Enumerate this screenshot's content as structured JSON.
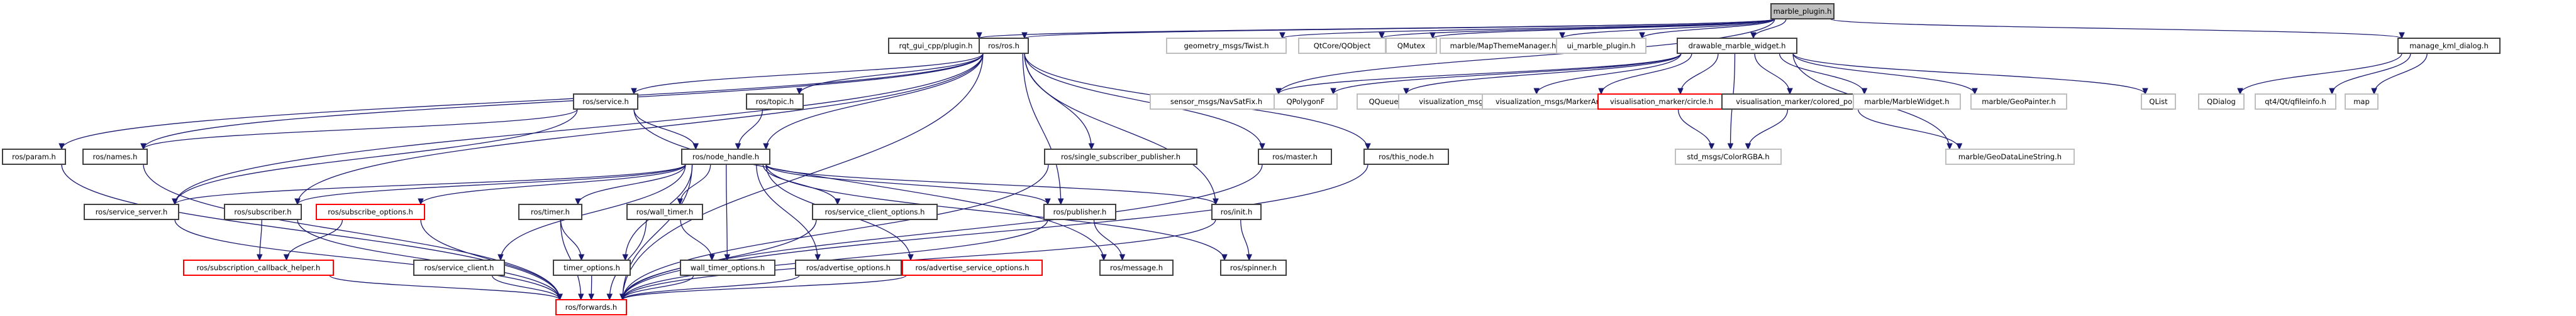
{
  "title": "marble_plugin.h include dependency graph",
  "colors": {
    "edge": "#191970",
    "documented_border": "#404040",
    "external_border": "#bfbfbf",
    "missing_border": "#ff0000",
    "focus_fill": "#bfbfbf"
  },
  "nodes": [
    {
      "id": "marble_plugin",
      "label": "marble_plugin.h",
      "kind": "focus"
    },
    {
      "id": "rqt_plugin",
      "label": "rqt_gui_cpp/plugin.h",
      "kind": "doc"
    },
    {
      "id": "ros_ros",
      "label": "ros/ros.h",
      "kind": "doc"
    },
    {
      "id": "twist",
      "label": "geometry_msgs/Twist.h",
      "kind": "ext"
    },
    {
      "id": "qobject",
      "label": "QtCore/QObject",
      "kind": "ext"
    },
    {
      "id": "qmutex",
      "label": "QMutex",
      "kind": "ext"
    },
    {
      "id": "mapthememan",
      "label": "marble/MapThemeManager.h",
      "kind": "ext"
    },
    {
      "id": "ui_marble",
      "label": "ui_marble_plugin.h",
      "kind": "ext"
    },
    {
      "id": "drawable",
      "label": "drawable_marble_widget.h",
      "kind": "doc"
    },
    {
      "id": "manage_kml",
      "label": "manage_kml_dialog.h",
      "kind": "doc"
    },
    {
      "id": "navsatfix",
      "label": "sensor_msgs/NavSatFix.h",
      "kind": "ext"
    },
    {
      "id": "qpolygonf",
      "label": "QPolygonF",
      "kind": "ext"
    },
    {
      "id": "qqueue",
      "label": "QQueue",
      "kind": "ext"
    },
    {
      "id": "marker",
      "label": "visualization_msgs/Marker.h",
      "kind": "ext"
    },
    {
      "id": "markerarray",
      "label": "visualization_msgs/MarkerArray.h",
      "kind": "ext"
    },
    {
      "id": "circle",
      "label": "visualisation_marker/circle.h",
      "kind": "missing"
    },
    {
      "id": "colored_polygon",
      "label": "visualisation_marker/colored_polygon.h",
      "kind": "doc"
    },
    {
      "id": "marblewidget",
      "label": "marble/MarbleWidget.h",
      "kind": "ext"
    },
    {
      "id": "geopainter",
      "label": "marble/GeoPainter.h",
      "kind": "ext"
    },
    {
      "id": "qlist",
      "label": "QList",
      "kind": "ext"
    },
    {
      "id": "qdialog",
      "label": "QDialog",
      "kind": "ext"
    },
    {
      "id": "qfileinfo",
      "label": "qt4/Qt/qfileinfo.h",
      "kind": "ext"
    },
    {
      "id": "map",
      "label": "map",
      "kind": "ext"
    },
    {
      "id": "colorrgba",
      "label": "std_msgs/ColorRGBA.h",
      "kind": "ext"
    },
    {
      "id": "geodatalinestring",
      "label": "marble/GeoDataLineString.h",
      "kind": "ext"
    },
    {
      "id": "ros_param",
      "label": "ros/param.h",
      "kind": "doc"
    },
    {
      "id": "ros_names",
      "label": "ros/names.h",
      "kind": "doc"
    },
    {
      "id": "ros_service",
      "label": "ros/service.h",
      "kind": "doc"
    },
    {
      "id": "ros_topic",
      "label": "ros/topic.h",
      "kind": "doc"
    },
    {
      "id": "ros_ssp",
      "label": "ros/single_subscriber_publisher.h",
      "kind": "doc"
    },
    {
      "id": "ros_master",
      "label": "ros/master.h",
      "kind": "doc"
    },
    {
      "id": "ros_this_node",
      "label": "ros/this_node.h",
      "kind": "doc"
    },
    {
      "id": "ros_node_handle",
      "label": "ros/node_handle.h",
      "kind": "doc"
    },
    {
      "id": "ros_service_server",
      "label": "ros/service_server.h",
      "kind": "doc"
    },
    {
      "id": "ros_subscriber",
      "label": "ros/subscriber.h",
      "kind": "doc"
    },
    {
      "id": "ros_subscribe_options",
      "label": "ros/subscribe_options.h",
      "kind": "missing"
    },
    {
      "id": "ros_timer",
      "label": "ros/timer.h",
      "kind": "doc"
    },
    {
      "id": "ros_wall_timer",
      "label": "ros/wall_timer.h",
      "kind": "doc"
    },
    {
      "id": "ros_service_client_options",
      "label": "ros/service_client_options.h",
      "kind": "doc"
    },
    {
      "id": "ros_publisher",
      "label": "ros/publisher.h",
      "kind": "doc"
    },
    {
      "id": "ros_init",
      "label": "ros/init.h",
      "kind": "doc"
    },
    {
      "id": "ros_sub_cb_helper",
      "label": "ros/subscription_callback_helper.h",
      "kind": "missing"
    },
    {
      "id": "ros_service_client",
      "label": "ros/service_client.h",
      "kind": "doc"
    },
    {
      "id": "timer_options",
      "label": "timer_options.h",
      "kind": "doc"
    },
    {
      "id": "wall_timer_options",
      "label": "wall_timer_options.h",
      "kind": "doc"
    },
    {
      "id": "ros_advertise_options",
      "label": "ros/advertise_options.h",
      "kind": "doc"
    },
    {
      "id": "ros_adv_service_options",
      "label": "ros/advertise_service_options.h",
      "kind": "missing"
    },
    {
      "id": "ros_message",
      "label": "ros/message.h",
      "kind": "doc"
    },
    {
      "id": "ros_spinner",
      "label": "ros/spinner.h",
      "kind": "doc"
    },
    {
      "id": "ros_forwards",
      "label": "ros/forwards.h",
      "kind": "missing"
    }
  ],
  "edges": [
    [
      "marble_plugin",
      "rqt_plugin"
    ],
    [
      "marble_plugin",
      "ros_ros"
    ],
    [
      "marble_plugin",
      "twist"
    ],
    [
      "marble_plugin",
      "qobject"
    ],
    [
      "marble_plugin",
      "qmutex"
    ],
    [
      "marble_plugin",
      "mapthememan"
    ],
    [
      "marble_plugin",
      "ui_marble"
    ],
    [
      "marble_plugin",
      "drawable"
    ],
    [
      "marble_plugin",
      "manage_kml"
    ],
    [
      "marble_plugin",
      "navsatfix"
    ],
    [
      "drawable",
      "navsatfix"
    ],
    [
      "drawable",
      "qpolygonf"
    ],
    [
      "drawable",
      "qqueue"
    ],
    [
      "drawable",
      "marker"
    ],
    [
      "drawable",
      "markerarray"
    ],
    [
      "drawable",
      "circle"
    ],
    [
      "drawable",
      "colorrgba"
    ],
    [
      "drawable",
      "colored_polygon"
    ],
    [
      "drawable",
      "marblewidget"
    ],
    [
      "drawable",
      "geopainter"
    ],
    [
      "drawable",
      "qlist"
    ],
    [
      "drawable",
      "geodatalinestring"
    ],
    [
      "circle",
      "colorrgba"
    ],
    [
      "colored_polygon",
      "colorrgba"
    ],
    [
      "colored_polygon",
      "geodatalinestring"
    ],
    [
      "manage_kml",
      "qdialog"
    ],
    [
      "manage_kml",
      "qfileinfo"
    ],
    [
      "manage_kml",
      "map"
    ],
    [
      "ros_ros",
      "ros_param"
    ],
    [
      "ros_ros",
      "ros_names"
    ],
    [
      "ros_ros",
      "ros_service"
    ],
    [
      "ros_ros",
      "ros_topic"
    ],
    [
      "ros_ros",
      "ros_node_handle"
    ],
    [
      "ros_ros",
      "ros_ssp"
    ],
    [
      "ros_ros",
      "ros_master"
    ],
    [
      "ros_ros",
      "ros_this_node"
    ],
    [
      "ros_ros",
      "ros_service_server"
    ],
    [
      "ros_ros",
      "ros_subscriber"
    ],
    [
      "ros_ros",
      "ros_publisher"
    ],
    [
      "ros_ros",
      "ros_init"
    ],
    [
      "ros_ros",
      "ros_forwards"
    ],
    [
      "ros_service",
      "ros_names"
    ],
    [
      "ros_service",
      "ros_node_handle"
    ],
    [
      "ros_service",
      "ros_service_server"
    ],
    [
      "ros_service",
      "ros_message"
    ],
    [
      "ros_topic",
      "ros_node_handle"
    ],
    [
      "ros_node_handle",
      "ros_service_server"
    ],
    [
      "ros_node_handle",
      "ros_subscriber"
    ],
    [
      "ros_node_handle",
      "ros_subscribe_options"
    ],
    [
      "ros_node_handle",
      "ros_timer"
    ],
    [
      "ros_node_handle",
      "ros_wall_timer"
    ],
    [
      "ros_node_handle",
      "ros_service_client_options"
    ],
    [
      "ros_node_handle",
      "ros_publisher"
    ],
    [
      "ros_node_handle",
      "ros_init"
    ],
    [
      "ros_node_handle",
      "ros_service_client"
    ],
    [
      "ros_node_handle",
      "timer_options"
    ],
    [
      "ros_node_handle",
      "wall_timer_options"
    ],
    [
      "ros_node_handle",
      "ros_advertise_options"
    ],
    [
      "ros_node_handle",
      "ros_adv_service_options"
    ],
    [
      "ros_node_handle",
      "ros_spinner"
    ],
    [
      "ros_node_handle",
      "ros_forwards"
    ],
    [
      "ros_subscriber",
      "ros_sub_cb_helper"
    ],
    [
      "ros_subscribe_options",
      "ros_sub_cb_helper"
    ],
    [
      "ros_timer",
      "timer_options"
    ],
    [
      "ros_wall_timer",
      "wall_timer_options"
    ],
    [
      "ros_publisher",
      "ros_message"
    ],
    [
      "ros_init",
      "ros_spinner"
    ],
    [
      "ros_param",
      "ros_forwards"
    ],
    [
      "ros_names",
      "ros_forwards"
    ],
    [
      "ros_service_server",
      "ros_forwards"
    ],
    [
      "ros_subscriber",
      "ros_forwards"
    ],
    [
      "ros_subscribe_options",
      "ros_forwards"
    ],
    [
      "ros_sub_cb_helper",
      "ros_forwards"
    ],
    [
      "ros_service_client",
      "ros_forwards"
    ],
    [
      "ros_timer",
      "ros_forwards"
    ],
    [
      "timer_options",
      "ros_forwards"
    ],
    [
      "ros_wall_timer",
      "ros_forwards"
    ],
    [
      "wall_timer_options",
      "ros_forwards"
    ],
    [
      "ros_advertise_options",
      "ros_forwards"
    ],
    [
      "ros_adv_service_options",
      "ros_forwards"
    ],
    [
      "ros_service_client_options",
      "ros_forwards"
    ],
    [
      "ros_publisher",
      "ros_forwards"
    ],
    [
      "ros_ssp",
      "ros_forwards"
    ],
    [
      "ros_init",
      "ros_forwards"
    ],
    [
      "ros_master",
      "ros_forwards"
    ],
    [
      "ros_this_node",
      "ros_forwards"
    ]
  ]
}
